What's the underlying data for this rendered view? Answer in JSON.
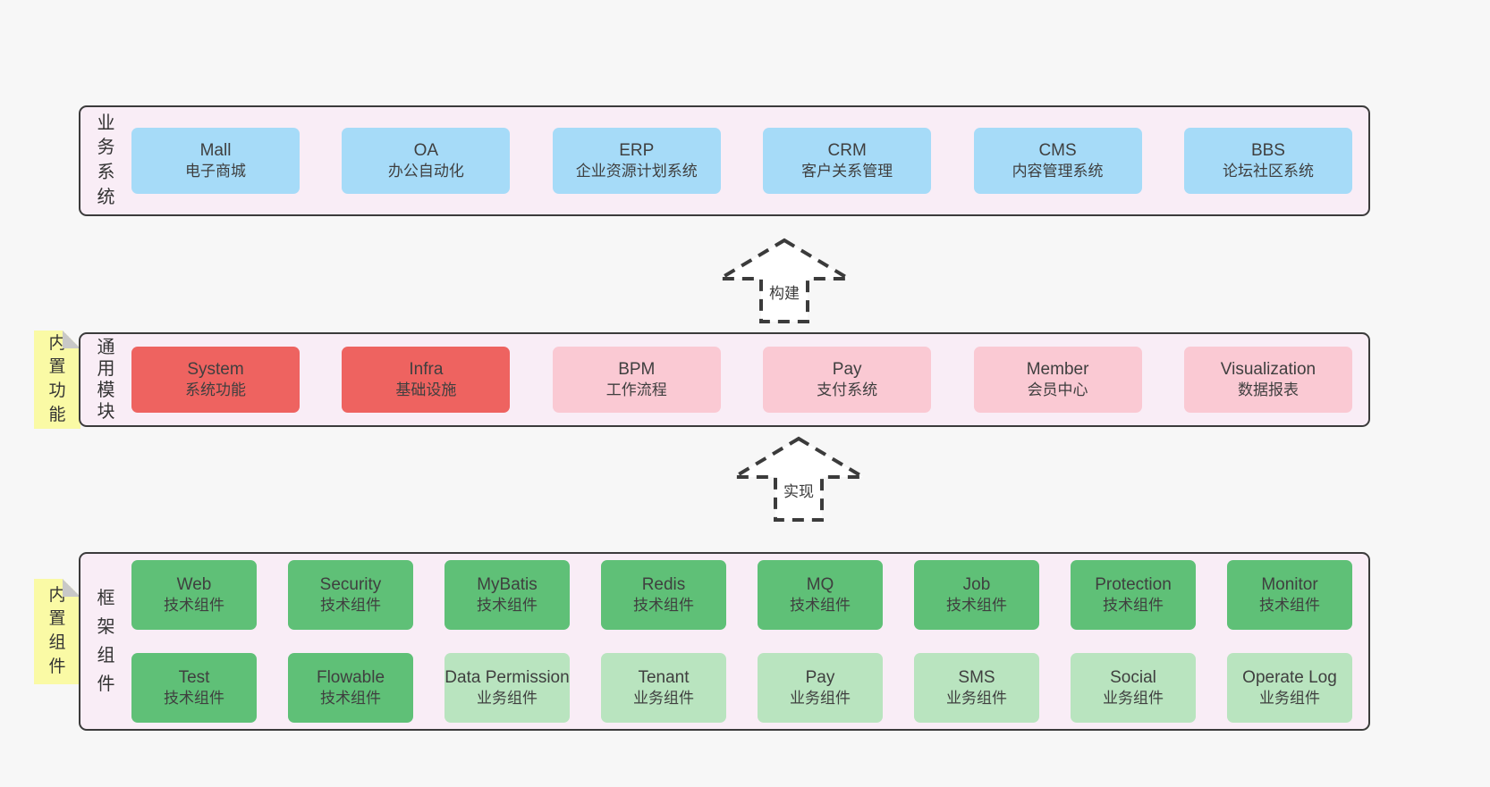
{
  "bands": {
    "business": {
      "side_label": "业务系统",
      "items": [
        {
          "name": "Mall",
          "desc": "电子商城",
          "variant": "blue"
        },
        {
          "name": "OA",
          "desc": "办公自动化",
          "variant": "blue"
        },
        {
          "name": "ERP",
          "desc": "企业资源计划系统",
          "variant": "blue"
        },
        {
          "name": "CRM",
          "desc": "客户关系管理",
          "variant": "blue"
        },
        {
          "name": "CMS",
          "desc": "内容管理系统",
          "variant": "blue"
        },
        {
          "name": "BBS",
          "desc": "论坛社区系统",
          "variant": "blue"
        }
      ]
    },
    "modules": {
      "side_label": "通用模块",
      "items": [
        {
          "name": "System",
          "desc": "系统功能",
          "variant": "red"
        },
        {
          "name": "Infra",
          "desc": "基础设施",
          "variant": "red"
        },
        {
          "name": "BPM",
          "desc": "工作流程",
          "variant": "pink"
        },
        {
          "name": "Pay",
          "desc": "支付系统",
          "variant": "pink"
        },
        {
          "name": "Member",
          "desc": "会员中心",
          "variant": "pink"
        },
        {
          "name": "Visualization",
          "desc": "数据报表",
          "variant": "pink"
        }
      ]
    },
    "components": {
      "side_label": "框架组件",
      "rows": [
        [
          {
            "name": "Web",
            "desc": "技术组件",
            "variant": "green"
          },
          {
            "name": "Security",
            "desc": "技术组件",
            "variant": "green"
          },
          {
            "name": "MyBatis",
            "desc": "技术组件",
            "variant": "green"
          },
          {
            "name": "Redis",
            "desc": "技术组件",
            "variant": "green"
          },
          {
            "name": "MQ",
            "desc": "技术组件",
            "variant": "green"
          },
          {
            "name": "Job",
            "desc": "技术组件",
            "variant": "green"
          },
          {
            "name": "Protection",
            "desc": "技术组件",
            "variant": "green"
          },
          {
            "name": "Monitor",
            "desc": "技术组件",
            "variant": "green"
          }
        ],
        [
          {
            "name": "Test",
            "desc": "技术组件",
            "variant": "green"
          },
          {
            "name": "Flowable",
            "desc": "技术组件",
            "variant": "green"
          },
          {
            "name": "Data Permission",
            "desc": "业务组件",
            "variant": "light-green"
          },
          {
            "name": "Tenant",
            "desc": "业务组件",
            "variant": "light-green"
          },
          {
            "name": "Pay",
            "desc": "业务组件",
            "variant": "light-green"
          },
          {
            "name": "SMS",
            "desc": "业务组件",
            "variant": "light-green"
          },
          {
            "name": "Social",
            "desc": "业务组件",
            "variant": "light-green"
          },
          {
            "name": "Operate Log",
            "desc": "业务组件",
            "variant": "light-green"
          }
        ]
      ]
    }
  },
  "arrows": {
    "build": {
      "label": "构建"
    },
    "implement": {
      "label": "实现"
    }
  },
  "stickies": {
    "features": {
      "label": "内置功能"
    },
    "components": {
      "label": "内置组件"
    }
  },
  "colors": {
    "page_bg": "#f7f7f7",
    "band_bg": "#f9edf6",
    "band_border": "#3b3b3b",
    "blue": "#a6dbf8",
    "red": "#ee6360",
    "pink": "#fac9d3",
    "green": "#5fc077",
    "light_green": "#b9e4bf",
    "sticky_yellow": "#fafaa5",
    "fold_gray": "#c8c8c8",
    "arrow_line": "#3b3b3b",
    "arrow_fill": "#ffffff",
    "text_dark": "#3f3f3f"
  }
}
